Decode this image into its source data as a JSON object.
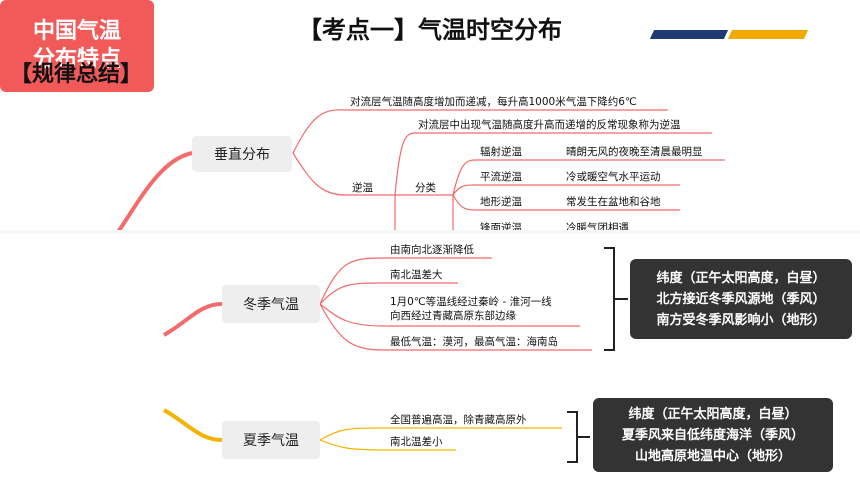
{
  "header": {
    "title": "【考点一】气温时空分布",
    "subtitle": "【规律总结】"
  },
  "colors": {
    "navy": "#1f3b73",
    "gold": "#f2a900",
    "root_red": "#f25a5a",
    "branch_red": "#f36b6b",
    "branch_gold": "#f2b400",
    "dark_box": "#333333"
  },
  "upper": {
    "branch": "垂直分布",
    "leaf_top": "对流层气温随高度增加而递减，每升高1000米气温下降约6℃",
    "inversion": "逆温",
    "inversion_def": "对流层中出现气温随高度升高而递增的反常现象称为逆温",
    "classify": "分类",
    "types": [
      {
        "name": "辐射逆温",
        "desc": "晴朗无风的夜晚至清晨最明显"
      },
      {
        "name": "平流逆温",
        "desc": "冷或暖空气水平运动"
      },
      {
        "name": "地形逆温",
        "desc": "常发生在盆地和谷地"
      },
      {
        "name": "锋面逆温",
        "desc": "冷暖气团相遇"
      }
    ]
  },
  "root": {
    "line1": "中国气温",
    "line2": "分布特点"
  },
  "winter": {
    "label": "冬季气温",
    "leaves": [
      "由南向北逐渐降低",
      "南北温差大",
      "1月0℃等温线经过秦岭 - 淮河一线",
      "向西经过青藏高原东部边缘",
      "最低气温：漠河，最高气温：海南岛"
    ],
    "reasons": [
      "纬度（正午太阳高度，白昼）",
      "北方接近冬季风源地（季风）",
      "南方受冬季风影响小（地形）"
    ]
  },
  "summer": {
    "label": "夏季气温",
    "leaves": [
      "全国普遍高温，除青藏高原外",
      "南北温差小"
    ],
    "reasons": [
      "纬度（正午太阳高度，白昼）",
      "夏季风来自低纬度海洋（季风）",
      "山地高原地温中心（地形）"
    ]
  }
}
